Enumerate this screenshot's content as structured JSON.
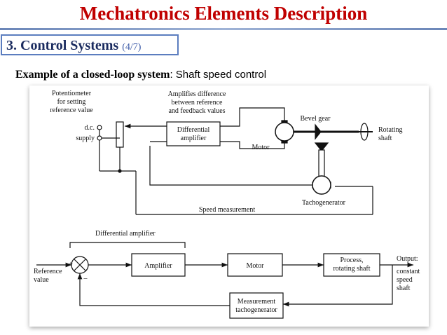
{
  "slide": {
    "title": "Mechatronics Elements Description",
    "section_main": "3. Control Systems",
    "section_sub": "(4/7)",
    "subtitle_bold": "Example of a closed-loop system",
    "subtitle_rest": ": Shaft speed control"
  },
  "schematic": {
    "potentiometer_l1": "Potentiometer",
    "potentiometer_l2": "for setting",
    "potentiometer_l3": "reference value",
    "dc_l1": "d.c.",
    "dc_l2": "supply",
    "amplifies_l1": "Amplifies difference",
    "amplifies_l2": "between reference",
    "amplifies_l3": "and feedback values",
    "diffamp_l1": "Differential",
    "diffamp_l2": "amplifier",
    "motor": "Motor",
    "bevel_gear": "Bevel gear",
    "rotating_l1": "Rotating",
    "rotating_l2": "shaft",
    "tachogenerator": "Tachogenerator",
    "speed_measurement": "Speed measurement"
  },
  "block": {
    "diffamp_label": "Differential amplifier",
    "reference_l1": "Reference",
    "reference_l2": "value",
    "plus": "+",
    "minus": "−",
    "amplifier": "Amplifier",
    "motor": "Motor",
    "process_l1": "Process,",
    "process_l2": "rotating shaft",
    "output_l1": "Output:",
    "output_l2": "constant",
    "output_l3": "speed",
    "output_l4": "shaft",
    "measurement_l1": "Measurement",
    "measurement_l2": "tachogenerator"
  },
  "colors": {
    "title": "#c00000",
    "section_text": "#1a2b5f",
    "section_border": "#5b7dbf"
  }
}
